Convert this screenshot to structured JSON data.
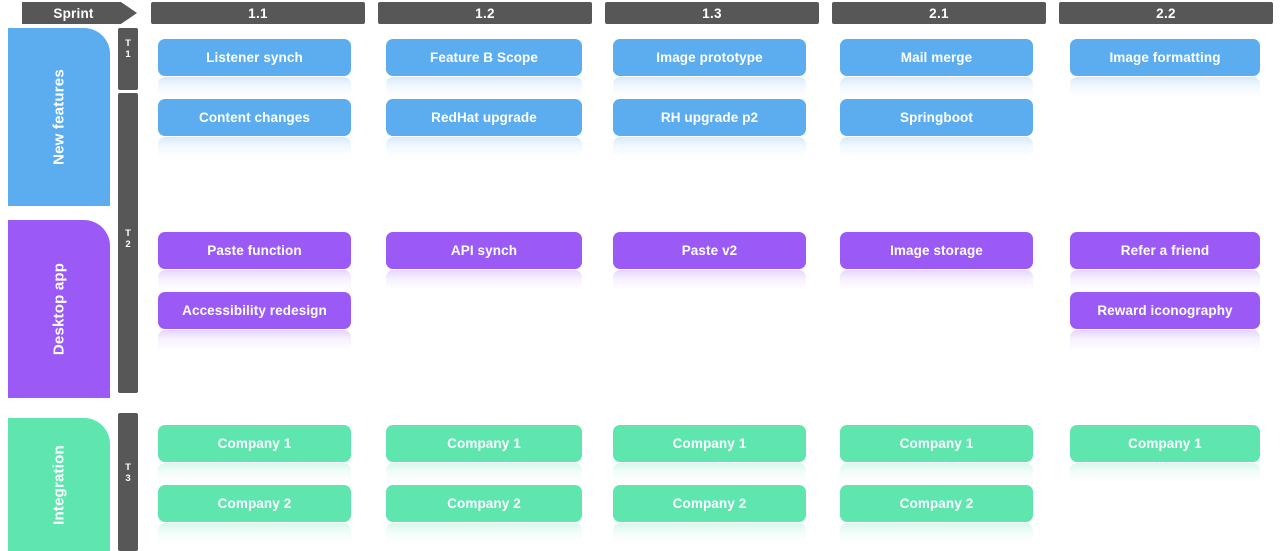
{
  "header": {
    "sprint_label": "Sprint",
    "columns": [
      "1.1",
      "1.2",
      "1.3",
      "2.1",
      "2.2"
    ]
  },
  "colors": {
    "gray": "#575757",
    "blue": "#5BADEF",
    "purple": "#9B5AF5",
    "green": "#5FE5AE",
    "background": "#FFFFFF",
    "text_on_card": "#FFFFFF"
  },
  "timeframes": [
    {
      "line1": "T",
      "line2": "1"
    },
    {
      "line1": "T",
      "line2": "2"
    },
    {
      "line1": "T",
      "line2": "3"
    }
  ],
  "lanes": [
    {
      "label": "New features",
      "color": "#5BADEF",
      "cards": [
        [
          "Listener synch",
          "Content changes"
        ],
        [
          "Feature B Scope",
          "RedHat upgrade"
        ],
        [
          "Image prototype",
          "RH upgrade p2"
        ],
        [
          "Mail merge",
          "Springboot"
        ],
        [
          "Image formatting"
        ]
      ]
    },
    {
      "label": "Desktop app",
      "color": "#9B5AF5",
      "cards": [
        [
          "Paste function",
          "Accessibility redesign"
        ],
        [
          "API synch"
        ],
        [
          "Paste v2"
        ],
        [
          "Image storage"
        ],
        [
          "Refer a friend",
          "Reward iconography"
        ]
      ]
    },
    {
      "label": "Integration",
      "color": "#5FE5AE",
      "cards": [
        [
          "Company 1",
          "Company 2"
        ],
        [
          "Company 1",
          "Company 2"
        ],
        [
          "Company 1",
          "Company 2"
        ],
        [
          "Company 1",
          "Company 2"
        ],
        [
          "Company 1"
        ]
      ]
    }
  ]
}
